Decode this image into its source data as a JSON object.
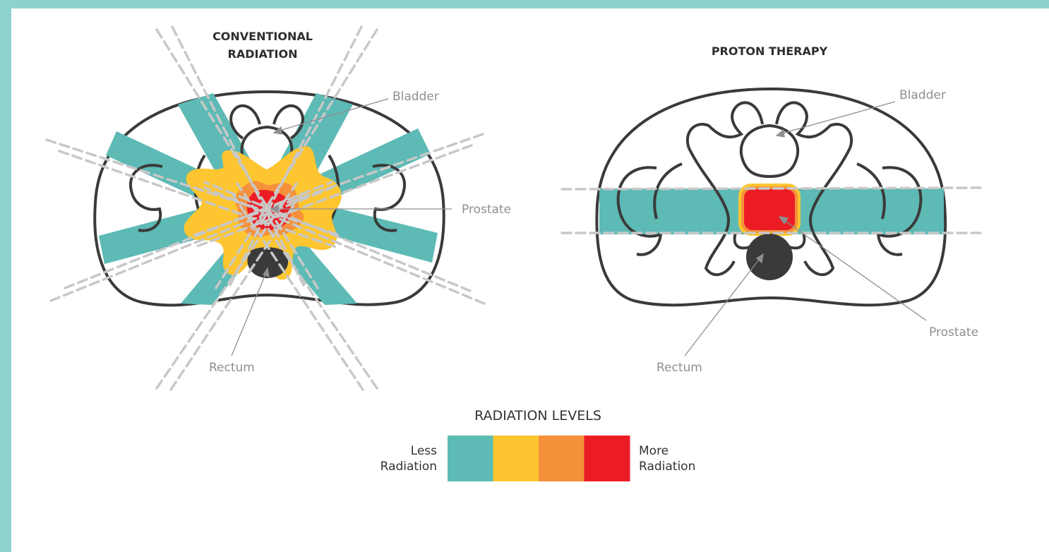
{
  "left_panel": {
    "title_line1": "CONVENTIONAL",
    "title_line2": "RADIATION",
    "labels": {
      "bladder": "Bladder",
      "prostate": "Prostate",
      "rectum": "Rectum"
    }
  },
  "right_panel": {
    "title": "PROTON THERAPY",
    "labels": {
      "bladder": "Bladder",
      "prostate": "Prostate",
      "rectum": "Rectum"
    }
  },
  "legend": {
    "title": "RADIATION LEVELS",
    "less_line1": "Less",
    "less_line2": "Radiation",
    "more_line1": "More",
    "more_line2": "Radiation",
    "swatches": [
      {
        "name": "level-1",
        "color": "#5dbab5"
      },
      {
        "name": "level-2",
        "color": "#fdc530"
      },
      {
        "name": "level-3",
        "color": "#f5913b"
      },
      {
        "name": "level-4",
        "color": "#ec1c24"
      }
    ]
  },
  "colors": {
    "beam": "#5dbab5",
    "yellow": "#fdc530",
    "orange": "#f5913b",
    "red": "#ec1c24",
    "outline": "#3a3a3a",
    "rectum": "#3a3a3a",
    "dash": "#c8c8c8"
  }
}
